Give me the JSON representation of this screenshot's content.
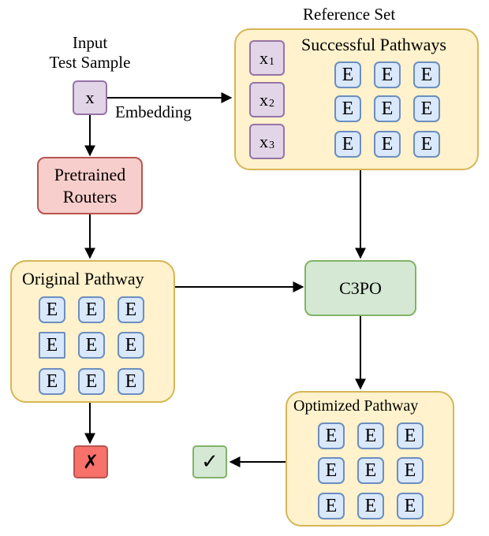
{
  "input": {
    "title_line1": "Input",
    "title_line2": "Test Sample",
    "symbol": "x"
  },
  "embedding_label": "Embedding",
  "reference": {
    "title": "Reference Set",
    "subtitle": "Successful Pathways",
    "samples": [
      {
        "base": "x",
        "sub": "1"
      },
      {
        "base": "x",
        "sub": "2"
      },
      {
        "base": "x",
        "sub": "3"
      }
    ]
  },
  "routers": {
    "line1": "Pretrained",
    "line2": "Routers"
  },
  "original_pathway": {
    "title": "Original Pathway"
  },
  "c3po": {
    "label": "C3PO"
  },
  "optimized_pathway": {
    "title": "Optimized Pathway"
  },
  "expert_label": "E",
  "outcomes": {
    "fail": "✗",
    "success": "✓"
  },
  "colors": {
    "success_route": "#4cc531",
    "fail_route": "#e8462c",
    "connector": "#000000"
  }
}
